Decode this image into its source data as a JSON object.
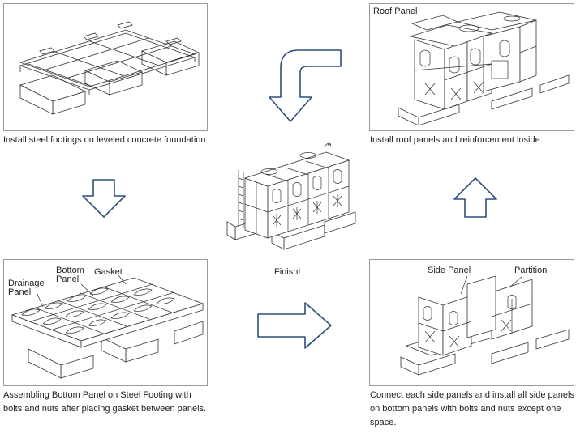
{
  "steps": {
    "step1": {
      "caption": "Install steel footings on leveled concrete foundation"
    },
    "step2": {
      "caption_line1": "Assembling Bottom Panel on Steel Footing with",
      "caption_line2": "bolts and nuts after placing gasket between panels.",
      "labels": {
        "drainage_line1": "Drainage",
        "drainage_line2": "Panel",
        "bottom_line1": "Bottom",
        "bottom_line2": "Panel",
        "gasket": "Gasket"
      }
    },
    "step3": {
      "caption_line1": "Connect each side panels and install all side panels",
      "caption_line2": "on bottom panels with bolts and nuts except one",
      "caption_line3": "space.",
      "labels": {
        "side_panel": "Side Panel",
        "partition": "Partition"
      }
    },
    "step4": {
      "caption": "Install roof panels  and reinforcement inside.",
      "labels": {
        "roof_panel": "Roof Panel"
      }
    },
    "finish": {
      "caption": "Finish!"
    }
  },
  "colors": {
    "arrow_stroke": "#2f4f7a",
    "line": "#333333",
    "panel_border": "#9a9a9a"
  }
}
